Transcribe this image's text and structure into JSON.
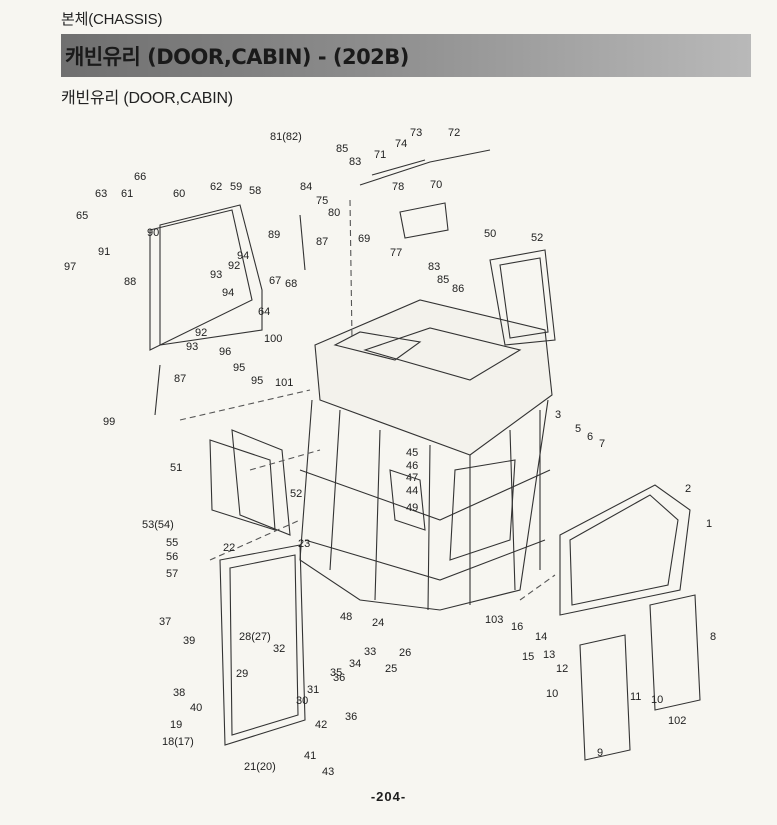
{
  "breadcrumb": "본체(CHASSIS)",
  "title": "캐빈유리 (DOOR,CABIN) - (202B)",
  "subtitle": "캐빈유리 (DOOR,CABIN)",
  "page_number": "-204-",
  "callouts": [
    "81(82)",
    "85",
    "83",
    "73",
    "72",
    "71",
    "74",
    "84",
    "78",
    "70",
    "66",
    "75",
    "80",
    "60",
    "62",
    "59",
    "58",
    "63",
    "61",
    "65",
    "90",
    "89",
    "87",
    "69",
    "77",
    "91",
    "94",
    "92",
    "97",
    "93",
    "83",
    "85",
    "86",
    "50",
    "52",
    "88",
    "94",
    "67",
    "68",
    "64",
    "92",
    "93",
    "96",
    "100",
    "95",
    "95",
    "101",
    "87",
    "99",
    "3",
    "5",
    "6",
    "7",
    "45",
    "46",
    "47",
    "44",
    "49",
    "51",
    "52",
    "2",
    "1",
    "53(54)",
    "55",
    "56",
    "57",
    "22",
    "23",
    "48",
    "103",
    "16",
    "14",
    "13",
    "37",
    "39",
    "28(27)",
    "32",
    "33",
    "34",
    "24",
    "25",
    "26",
    "15",
    "12",
    "8",
    "38",
    "40",
    "29",
    "36",
    "35",
    "31",
    "30",
    "36",
    "10",
    "11",
    "10",
    "19",
    "18(17)",
    "42",
    "41",
    "43",
    "21(20)",
    "102",
    "9"
  ]
}
